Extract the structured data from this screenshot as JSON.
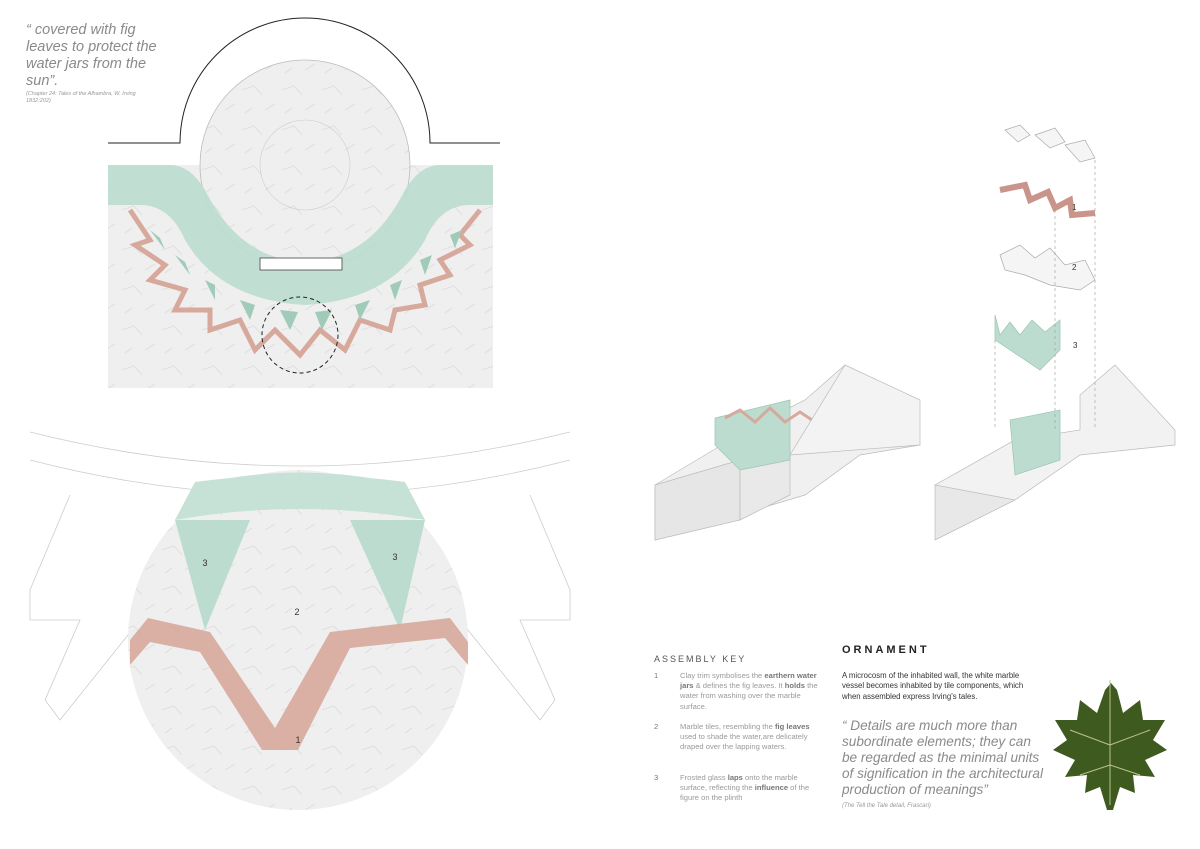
{
  "top_quote": {
    "text": "“ covered with fig leaves to protect the water jars from the sun”.",
    "citation": "(Chapter 24: Tales of the Alhambra, W. Irving 1832:202)"
  },
  "detail_labels": {
    "clay": "1",
    "marble": "2",
    "glass_left": "3",
    "glass_right": "3"
  },
  "axo_labels": {
    "clay": "1",
    "marble": "2",
    "glass": "3"
  },
  "assembly_key": {
    "title": "ASSEMBLY KEY",
    "items": [
      {
        "num": "1",
        "t1": "Clay trim symbolises the ",
        "b1": "earthern water jars",
        "t2": " & defines the fig leaves. It ",
        "b2": "holds",
        "t3": " the water from washing over the marble surface."
      },
      {
        "num": "2",
        "t1": "Marble tiles, resembling the ",
        "b1": "fig leaves",
        "t2": " used to shade the water,are delicately draped over the lapping waters.",
        "b2": "",
        "t3": ""
      },
      {
        "num": "3",
        "t1": "Frosted glass ",
        "b1": "laps",
        "t2": " onto the marble surface, reflecting the ",
        "b2": "influence",
        "t3": " of the figure on the plinth"
      }
    ]
  },
  "ornament": {
    "title": "ORNAMENT",
    "text": "A microcosm of the inhabited wall, the white marble vessel becomes inhabited by tile components, which when assembled express Irving's tales.",
    "quote": "“ Details are much more than subordinate elements; they can be regarded as the minimal units of signification in the architectural production of meanings”",
    "citation": "(The Tell the Tale detail, Frascari)"
  },
  "colors": {
    "glass": "#bcdccf",
    "clay": "#d7a99c",
    "marble": "#eeeeee",
    "leaf": "#3f5a1f"
  }
}
